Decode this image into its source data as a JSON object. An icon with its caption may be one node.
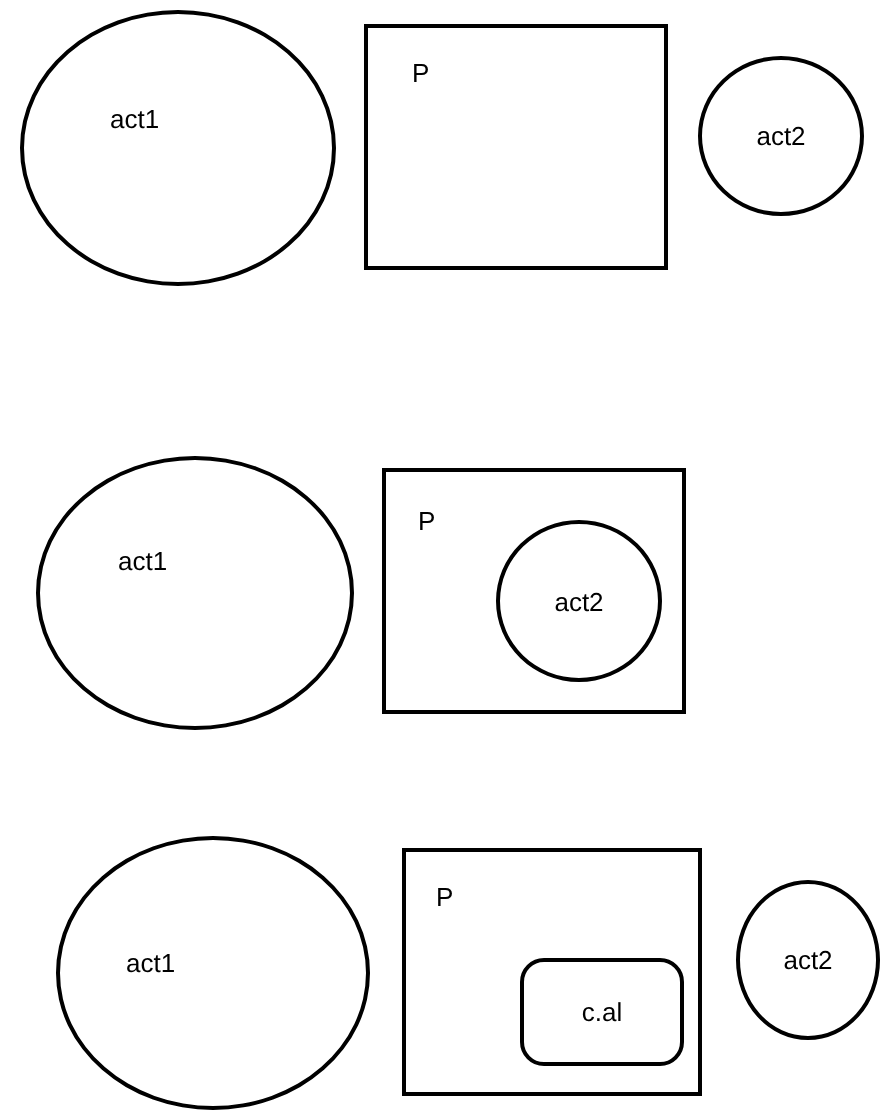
{
  "diagram": {
    "nodes": [
      {
        "text": [
          "act1"
        ]
      },
      {
        "text": [
          "P"
        ]
      },
      {
        "text": [
          "act2"
        ]
      },
      {
        "text": [
          "act1"
        ]
      },
      {
        "text": [
          "P"
        ]
      },
      {
        "text": [
          "act2"
        ],
        "in": 4
      },
      {
        "text": [
          "act1"
        ]
      },
      {
        "text": [
          "P"
        ]
      },
      {
        "text": [
          "c.al"
        ],
        "in": 7
      },
      {
        "text": [
          "act2"
        ]
      }
    ]
  }
}
